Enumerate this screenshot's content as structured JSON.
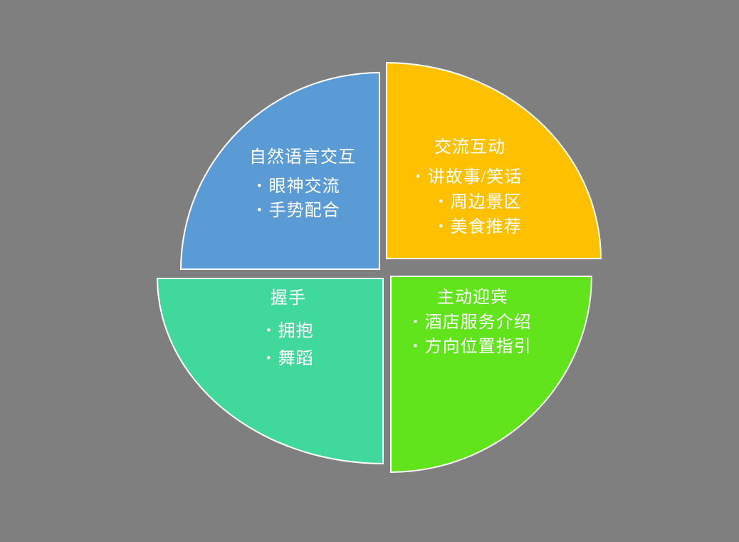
{
  "background_color": "#7f7f7f",
  "text_color": "#ffffff",
  "bullet_char": "•",
  "quadrants": [
    {
      "id": "natural-language-interaction",
      "position": "top-left",
      "color": "#5b9bd5",
      "title": "自然语言交互",
      "items": [
        "眼神交流",
        "手势配合"
      ]
    },
    {
      "id": "communication-interaction",
      "position": "top-right",
      "color": "#ffc000",
      "title": "交流互动",
      "items": [
        "讲故事/笑话",
        "周边景区",
        "美食推荐"
      ]
    },
    {
      "id": "handshake",
      "position": "bottom-left",
      "color": "#41d99b",
      "title": "握手",
      "items": [
        "拥抱",
        "舞蹈"
      ]
    },
    {
      "id": "active-welcome",
      "position": "bottom-right",
      "color": "#61e41c",
      "title": "主动迎宾",
      "items": [
        "酒店服务介绍",
        "方向位置指引"
      ]
    }
  ]
}
